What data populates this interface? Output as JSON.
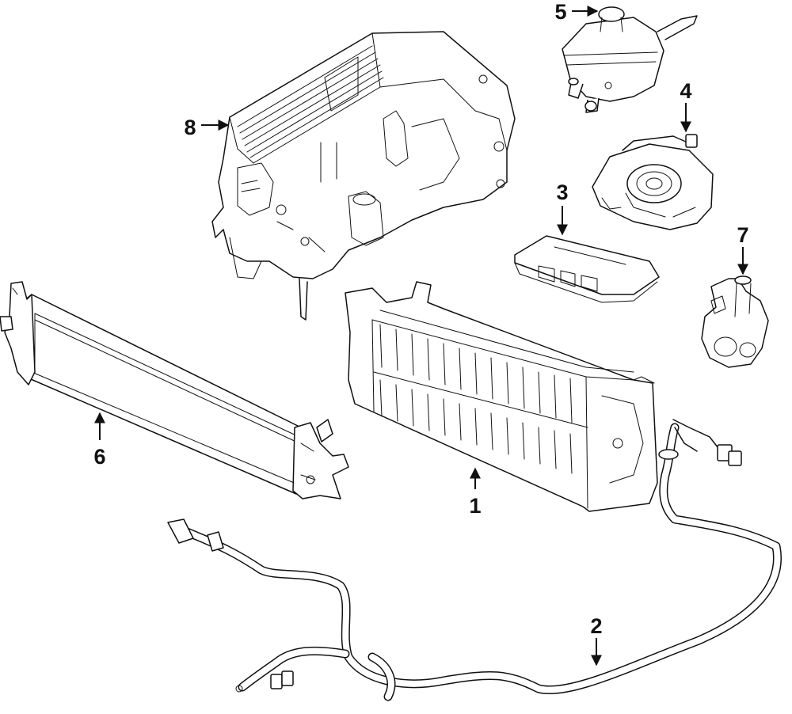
{
  "callouts": [
    {
      "number": "1",
      "part": "battery-pack"
    },
    {
      "number": "2",
      "part": "wire-harness"
    },
    {
      "number": "3",
      "part": "control-module"
    },
    {
      "number": "4",
      "part": "cooling-fan"
    },
    {
      "number": "5",
      "part": "coolant-reservoir"
    },
    {
      "number": "6",
      "part": "radiator"
    },
    {
      "number": "7",
      "part": "water-pump"
    },
    {
      "number": "8",
      "part": "inverter"
    }
  ]
}
